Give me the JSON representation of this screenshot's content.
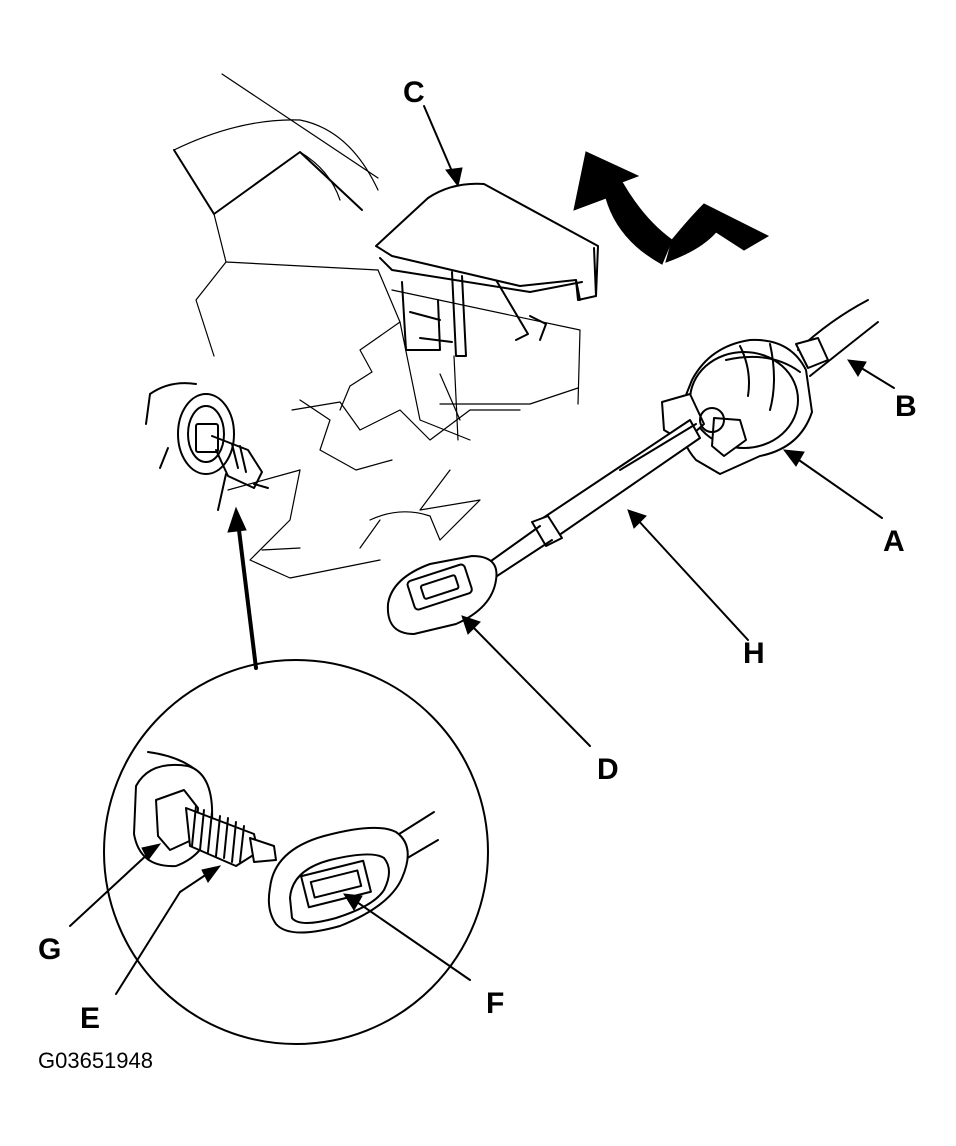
{
  "labels": {
    "a": "A",
    "b": "B",
    "c": "C",
    "d": "D",
    "e": "E",
    "f": "F",
    "g": "G",
    "h": "H"
  },
  "figure_id": "G03651948"
}
